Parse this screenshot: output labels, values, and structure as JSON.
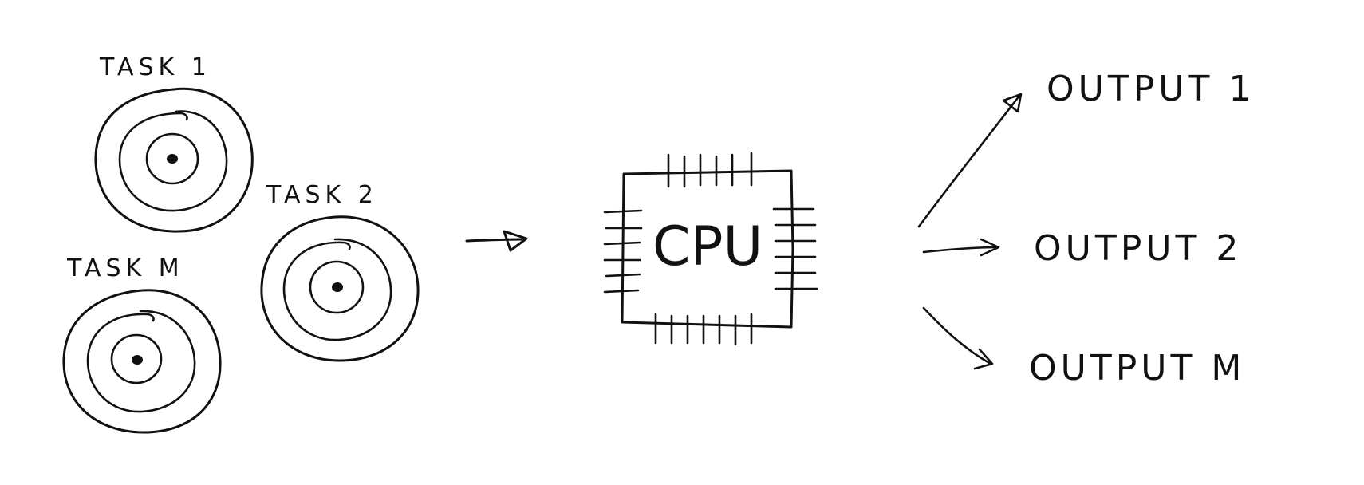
{
  "tasks": [
    {
      "label": "TASK 1"
    },
    {
      "label": "TASK 2"
    },
    {
      "label": "TASK M"
    }
  ],
  "processor": {
    "label": "CPU"
  },
  "outputs": [
    {
      "label": "OUTPUT 1"
    },
    {
      "label": "OUTPUT 2"
    },
    {
      "label": "OUTPUT M"
    }
  ],
  "colors": {
    "ink": "#111111",
    "background": "#ffffff"
  }
}
